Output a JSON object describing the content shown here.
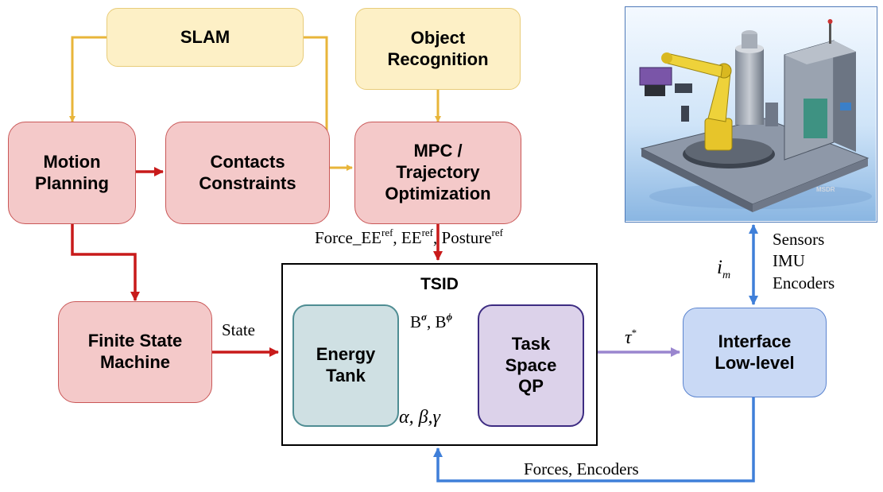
{
  "nodes": {
    "slam": {
      "label": "SLAM"
    },
    "object_recognition": {
      "line1": "Object",
      "line2": "Recognition"
    },
    "motion_planning": {
      "line1": "Motion",
      "line2": "Planning"
    },
    "contacts_constraints": {
      "line1": "Contacts",
      "line2": "Constraints"
    },
    "mpc": {
      "line1": "MPC /",
      "line2": "Trajectory",
      "line3": "Optimization"
    },
    "fsm": {
      "line1": "Finite State",
      "line2": "Machine"
    },
    "tsid": {
      "title": "TSID"
    },
    "energy_tank": {
      "line1": "Energy",
      "line2": "Tank"
    },
    "task_space_qp": {
      "line1": "Task",
      "line2": "Space",
      "line3": "QP"
    },
    "interface": {
      "line1": "Interface",
      "line2": "Low-level"
    }
  },
  "edge_labels": {
    "refs": {
      "force_ee": "Force_EE",
      "sup": "ref",
      "ee": "EE",
      "posture": "Posture"
    },
    "state": "State",
    "b_sigma": {
      "b": "B",
      "sigma": "σ",
      "phi": "ϕ"
    },
    "alpha_beta_gamma": "α, β,γ",
    "tau": {
      "symbol": "τ",
      "star": "*"
    },
    "current": {
      "i": "i",
      "m": "m"
    },
    "sensors": [
      "Sensors",
      "IMU",
      "Encoders"
    ],
    "forces_encoders": "Forces, Encoders"
  },
  "photo": {
    "caption": "MSDR"
  },
  "colors": {
    "yellow_arrow": "#e8b53a",
    "red_arrow": "#c81a1a",
    "navy_arrow": "#3b2a80",
    "teal_arrow": "#4f8d93",
    "lilac_arrow": "#9a86cf",
    "blue_arrow": "#3f7fd9"
  }
}
